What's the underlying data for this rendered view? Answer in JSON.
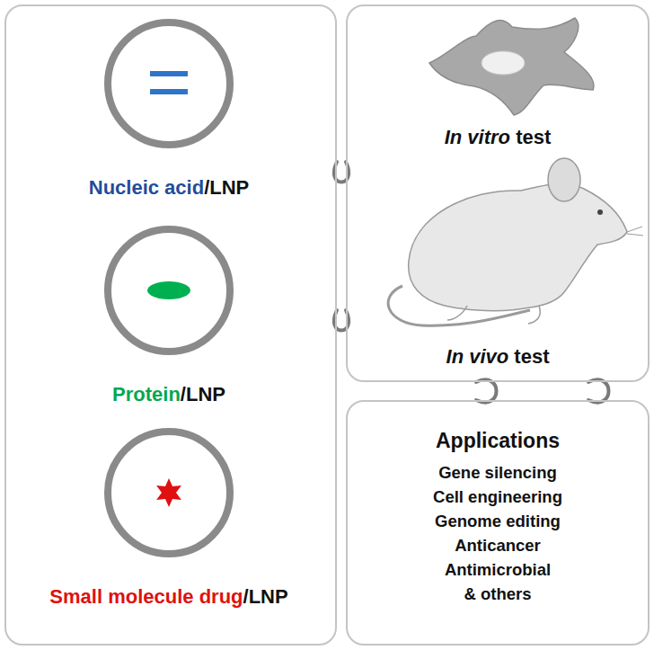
{
  "diagram": {
    "nodes": [
      {
        "text": []
      },
      {
        "text": [
          "Nucleic acid/LNP"
        ],
        "in": 0
      },
      {
        "text": [
          "Protein/LNP"
        ],
        "in": 0
      },
      {
        "text": [
          "Small molecule drug/LNP"
        ],
        "in": 0
      },
      {
        "text": [
          "In vitro test",
          "In vivo test"
        ]
      },
      {
        "text": [
          "Applications",
          "Gene silencing",
          "Cell engineering",
          "Genome editing",
          "Anticancer",
          "Antimicrobial",
          "& others"
        ]
      }
    ],
    "edges": [
      {
        "from": 0,
        "to": 4,
        "arrow": "none"
      },
      {
        "from": 0,
        "to": 4,
        "arrow": "none"
      },
      {
        "from": 4,
        "to": 5,
        "arrow": "none"
      },
      {
        "from": 4,
        "to": 5,
        "arrow": "none"
      }
    ]
  }
}
